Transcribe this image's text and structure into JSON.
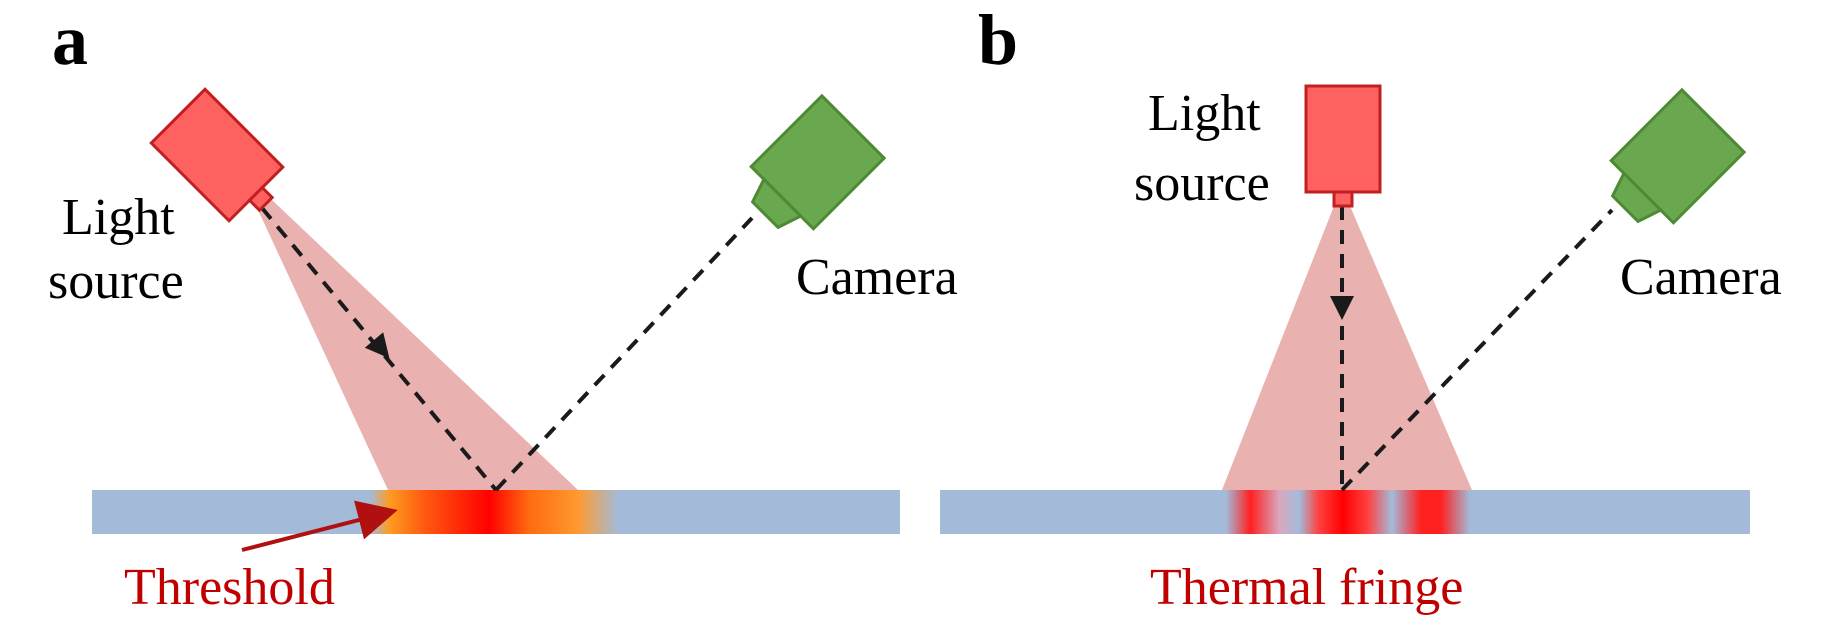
{
  "panels": {
    "a": {
      "letter": "a",
      "light_label_line1": "Light",
      "light_label_line2": "source",
      "camera_label": "Camera",
      "bottom_label": "Threshold"
    },
    "b": {
      "letter": "b",
      "light_label_line1": "Light",
      "light_label_line2": "source",
      "camera_label": "Camera",
      "bottom_label": "Thermal fringe"
    }
  },
  "colors": {
    "light_source": "#ff6161",
    "light_source_stroke": "#c0201f",
    "camera": "#6aa84f",
    "camera_stroke": "#4e8a34",
    "beam": "#e8a8a8",
    "substrate": "#a3bbd9",
    "hot": "#ff0000",
    "warm": "#ff9a20",
    "label_red": "#c00000"
  },
  "icons": [
    "light-source-icon",
    "camera-icon",
    "arrow-icon"
  ]
}
